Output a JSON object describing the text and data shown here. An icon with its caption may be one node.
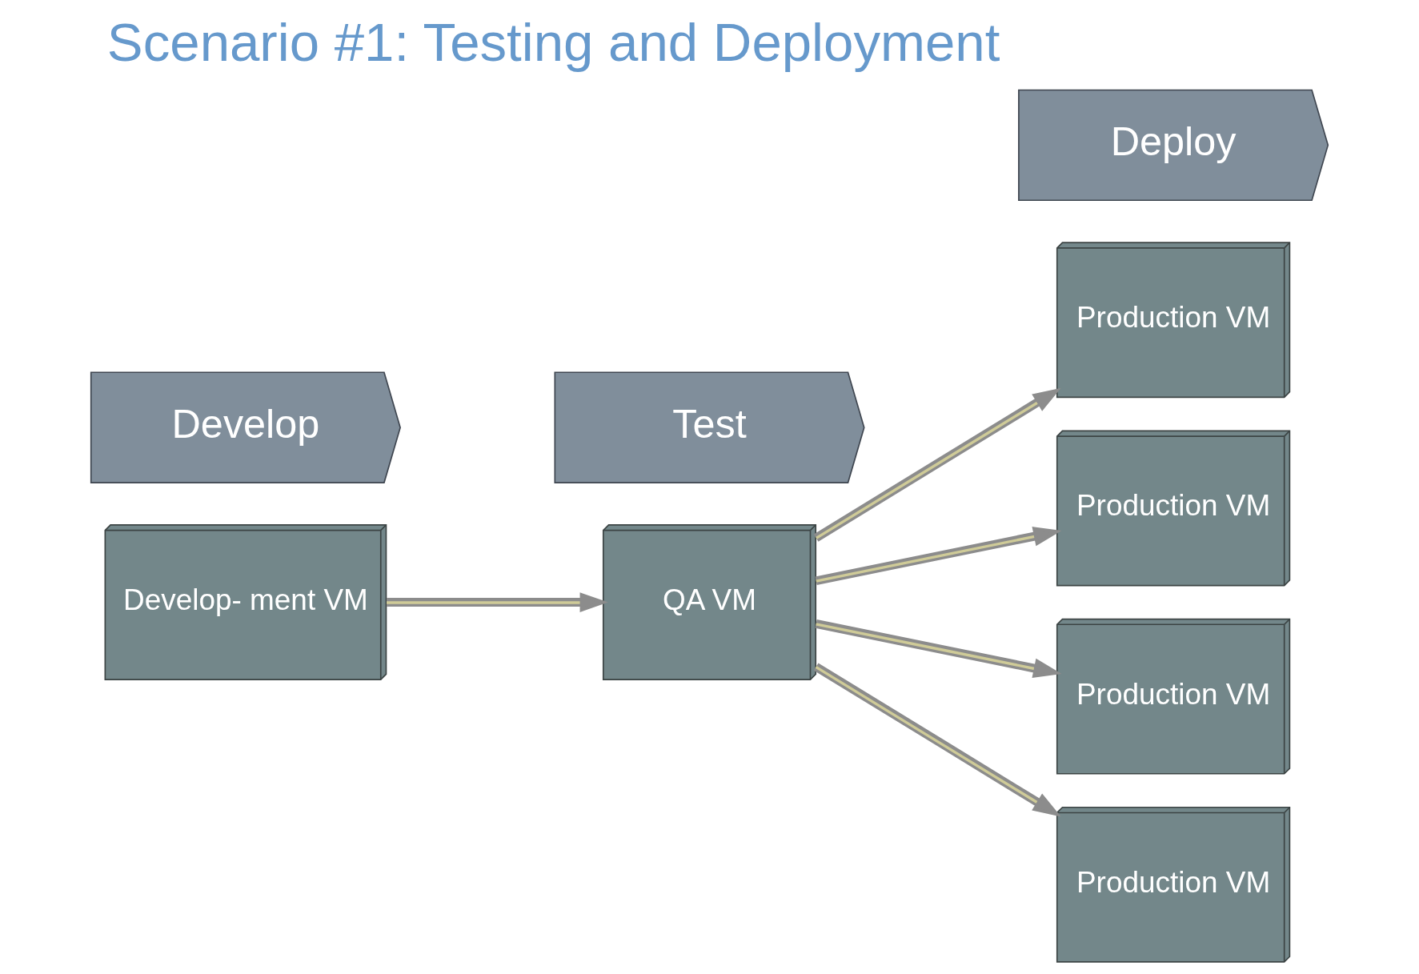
{
  "diagram": {
    "title": "Scenario #1: Testing and Deployment",
    "nodes": [
      {
        "text": [
          "Develop- ment VM"
        ]
      },
      {
        "text": [
          "QA VM"
        ]
      },
      {
        "text": [
          "Production VM"
        ]
      },
      {
        "text": [
          "Production VM"
        ]
      },
      {
        "text": [
          "Production VM"
        ]
      },
      {
        "text": [
          "Production VM"
        ]
      },
      {
        "text": [
          "Develop"
        ]
      },
      {
        "text": [
          "Test"
        ]
      },
      {
        "text": [
          "Deploy"
        ]
      }
    ],
    "edges": [
      {
        "from": 0,
        "to": 1,
        "arrow": "to"
      },
      {
        "from": 1,
        "to": 2,
        "arrow": "to"
      },
      {
        "from": 1,
        "to": 3,
        "arrow": "to"
      },
      {
        "from": 1,
        "to": 4,
        "arrow": "to"
      },
      {
        "from": 1,
        "to": 5,
        "arrow": "to"
      }
    ]
  }
}
